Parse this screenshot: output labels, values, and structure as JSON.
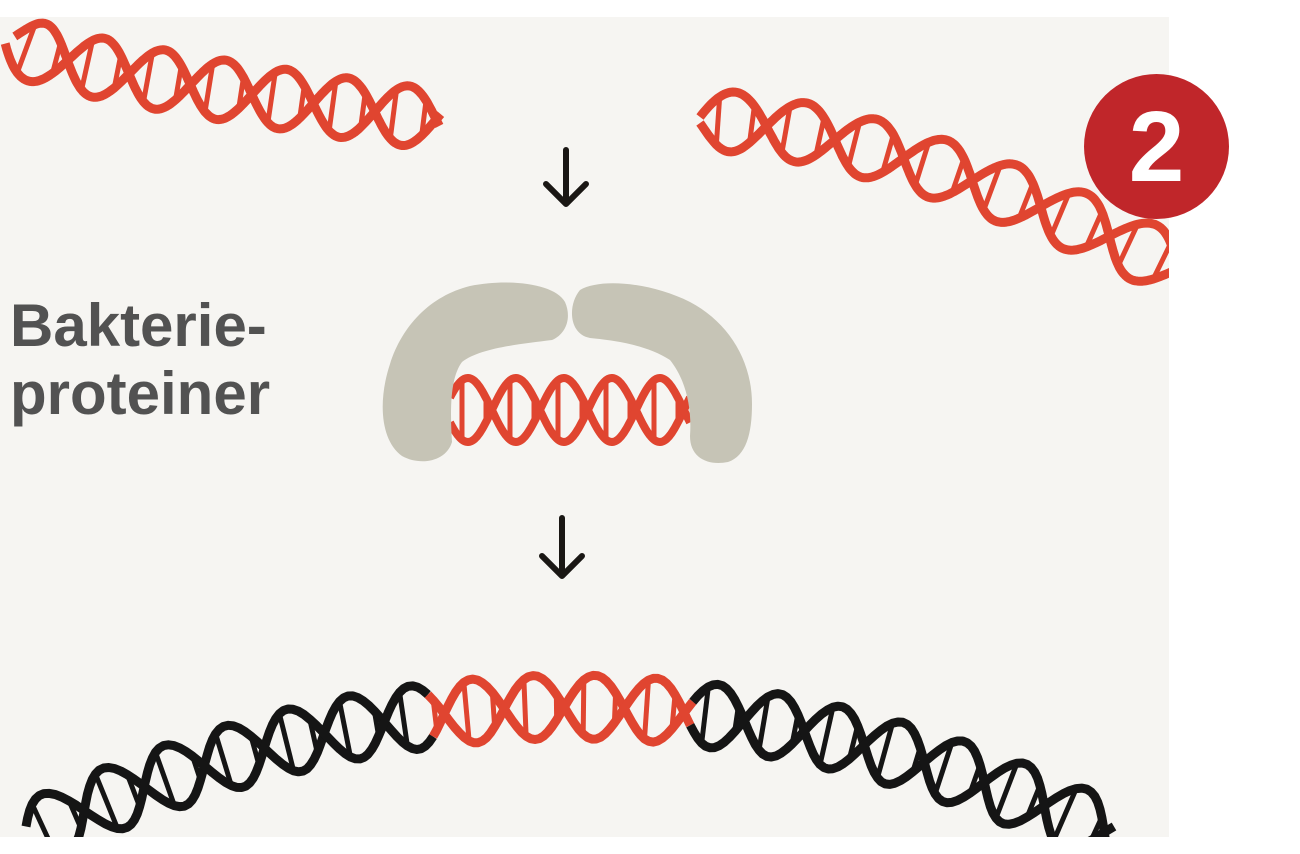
{
  "label": {
    "line1": "Bakterie-",
    "line2": "proteiner"
  },
  "step_number": "2",
  "colors": {
    "background": "#f6f5f2",
    "dna_red": "#e04530",
    "dna_black": "#151515",
    "protein": "#c6c4b6",
    "badge": "#c0262a",
    "label": "#525252",
    "arrow": "#1a1714"
  },
  "icons": {
    "arrows": "arrow-down-icon",
    "dna": "dna-helix-icon"
  }
}
